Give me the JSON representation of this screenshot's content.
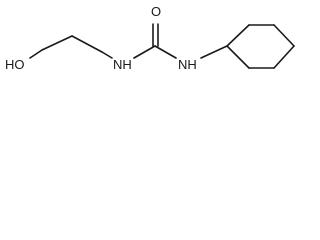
{
  "molecule": {
    "atoms": {
      "hydroxyl": "HO",
      "amide_n_left": "NH",
      "carbonyl_o": "O",
      "amide_n_right": "NH"
    }
  }
}
